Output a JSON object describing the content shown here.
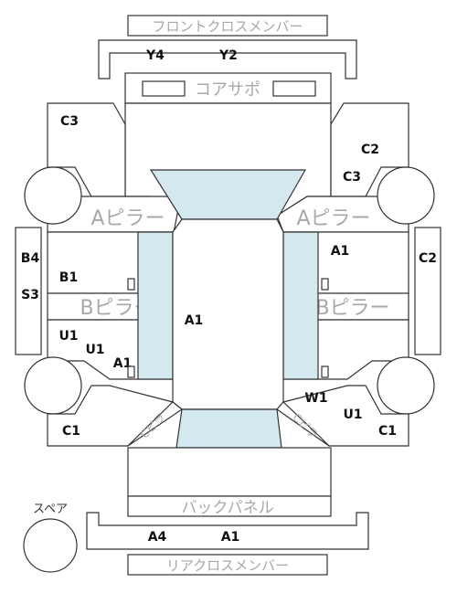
{
  "labels": {
    "front_cross_member": "フロントクロスメンバー",
    "core_support": "コアサポ",
    "a_pillar_left": "Aピラー",
    "a_pillar_right": "Aピラー",
    "b_pillar_left": "Bピラー",
    "b_pillar_right": "Bピラー",
    "back_panel": "バックパネル",
    "rear_cross_member": "リアクロスメンバー",
    "spare": "スペア",
    "c_pillar_left": "Cピラ",
    "c_pillar_right": "Cピラ"
  },
  "codes": {
    "y4": "Y4",
    "y2": "Y2",
    "c3_tl": "C3",
    "c2_tr": "C2",
    "c3_tr": "C3",
    "b4": "B4",
    "s3": "S3",
    "c2_right": "C2",
    "b1": "B1",
    "a1_right_top": "A1",
    "a1_center": "A1",
    "u1_left": "U1",
    "u1_left2": "U1",
    "a1_left_low": "A1",
    "w1": "W1",
    "u1_right": "U1",
    "c1_left": "C1",
    "c1_right": "C1",
    "a4": "A4",
    "a1_rear": "A1"
  },
  "colors": {
    "glass": "#d4e8f0",
    "outline": "#333333",
    "label_gray": "#a8a8a8"
  }
}
